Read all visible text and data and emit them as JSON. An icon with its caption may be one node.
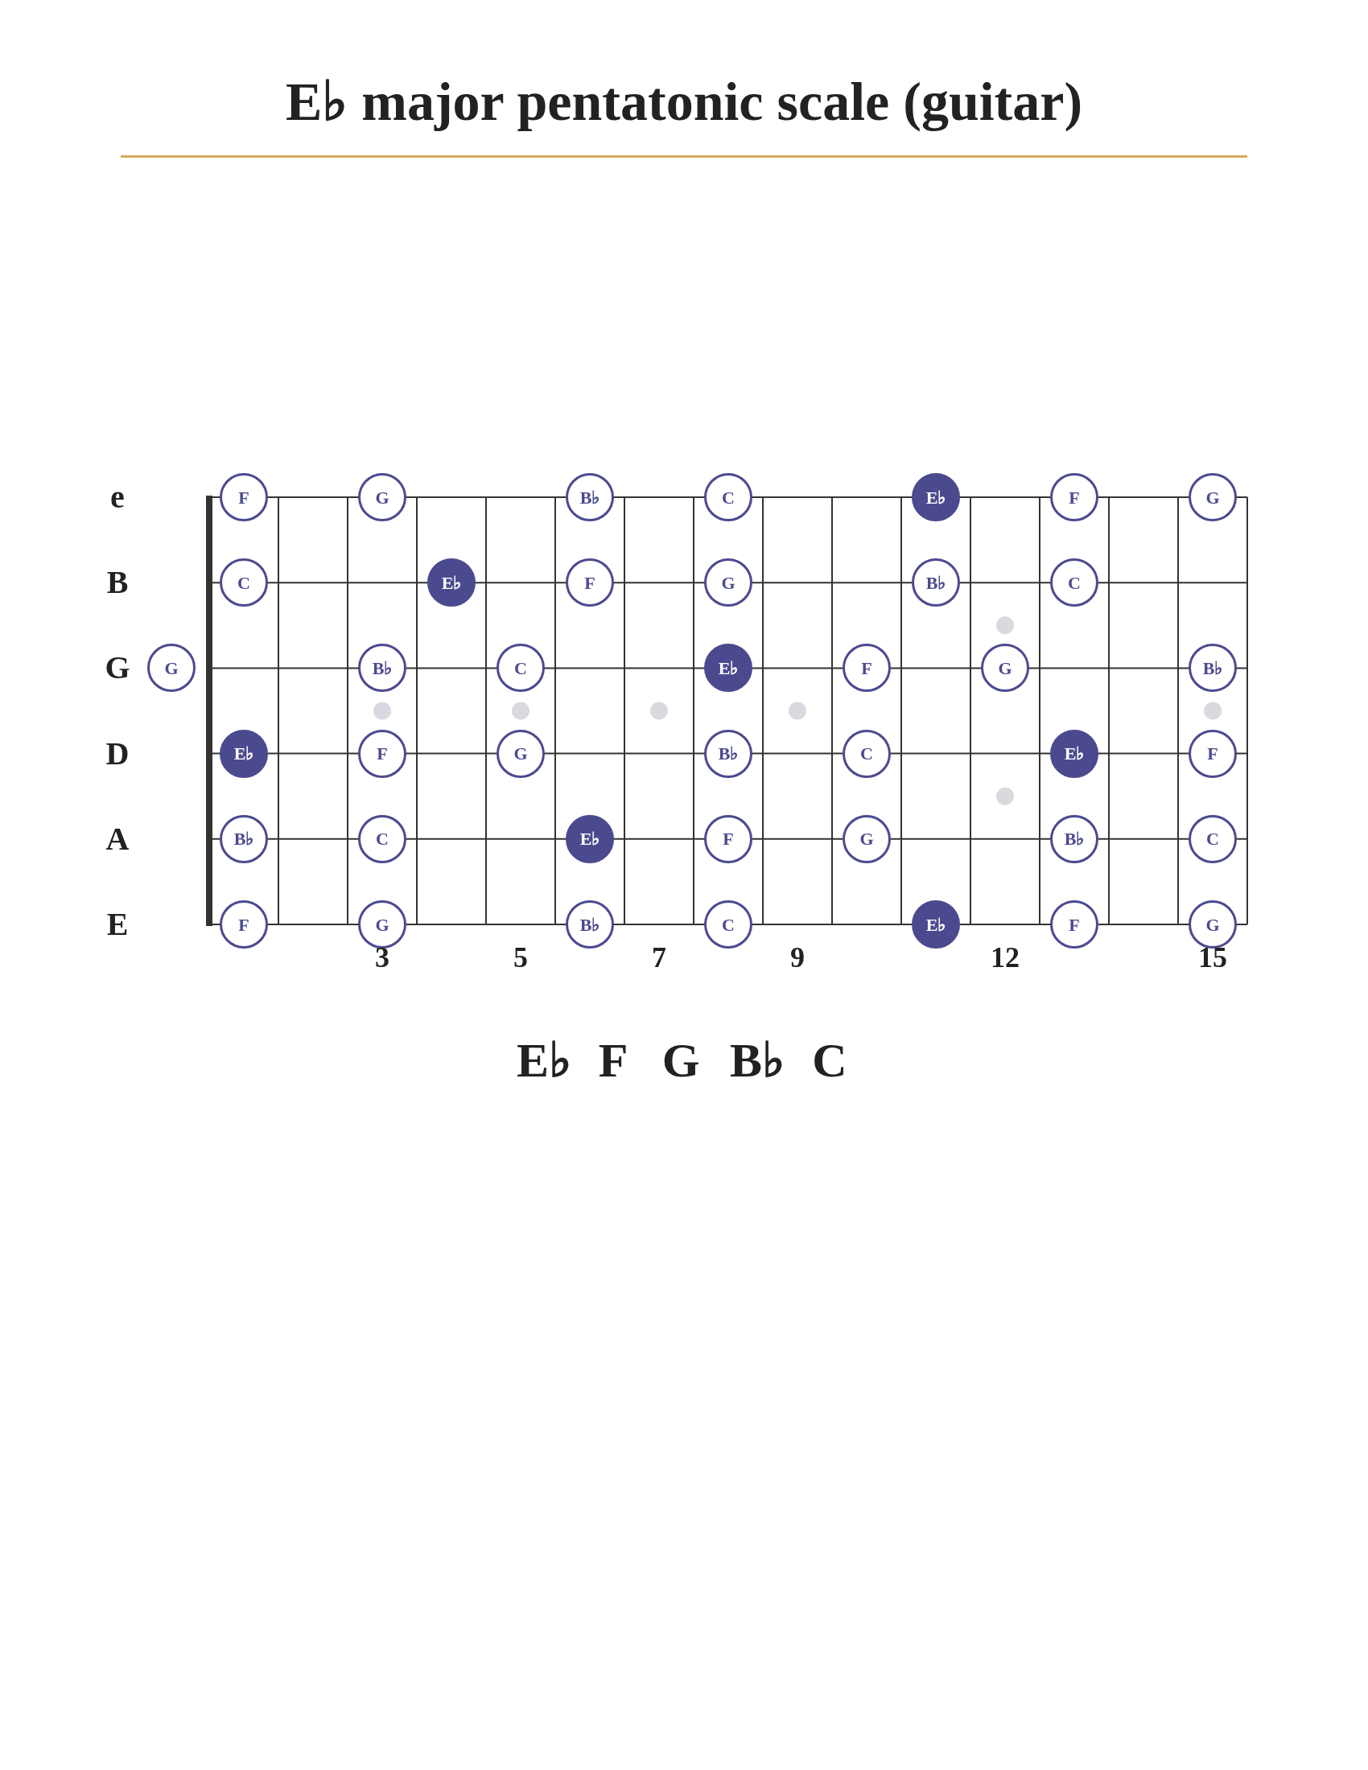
{
  "diagram": {
    "title": "E♭ major pentatonic scale (guitar)",
    "nodes": [
      {
        "text": [
          "F"
        ]
      },
      {
        "text": [
          "G"
        ]
      },
      {
        "text": [
          "B♭"
        ]
      },
      {
        "text": [
          "C"
        ]
      },
      {
        "text": [
          "E♭"
        ]
      },
      {
        "text": [
          "F"
        ]
      },
      {
        "text": [
          "G"
        ]
      },
      {
        "text": [
          "C"
        ]
      },
      {
        "text": [
          "E♭"
        ]
      },
      {
        "text": [
          "F"
        ]
      },
      {
        "text": [
          "G"
        ]
      },
      {
        "text": [
          "B♭"
        ]
      },
      {
        "text": [
          "C"
        ]
      },
      {
        "text": [
          "G"
        ]
      },
      {
        "text": [
          "B♭"
        ]
      },
      {
        "text": [
          "C"
        ]
      },
      {
        "text": [
          "E♭"
        ]
      },
      {
        "text": [
          "F"
        ]
      },
      {
        "text": [
          "G"
        ]
      },
      {
        "text": [
          "B♭"
        ]
      },
      {
        "text": [
          "E♭"
        ]
      },
      {
        "text": [
          "F"
        ]
      },
      {
        "text": [
          "G"
        ]
      },
      {
        "text": [
          "B♭"
        ]
      },
      {
        "text": [
          "C"
        ]
      },
      {
        "text": [
          "E♭"
        ]
      },
      {
        "text": [
          "F"
        ]
      },
      {
        "text": [
          "B♭"
        ]
      },
      {
        "text": [
          "C"
        ]
      },
      {
        "text": [
          "E♭"
        ]
      },
      {
        "text": [
          "F"
        ]
      },
      {
        "text": [
          "G"
        ]
      },
      {
        "text": [
          "B♭"
        ]
      },
      {
        "text": [
          "C"
        ]
      },
      {
        "text": [
          "F"
        ]
      },
      {
        "text": [
          "G"
        ]
      },
      {
        "text": [
          "B♭"
        ]
      },
      {
        "text": [
          "C"
        ]
      },
      {
        "text": [
          "E♭"
        ]
      },
      {
        "text": [
          "F"
        ]
      },
      {
        "text": [
          "G"
        ]
      }
    ],
    "labels": [
      "e",
      "B",
      "G",
      "D",
      "A",
      "E",
      "3",
      "5",
      "7",
      "9",
      "12",
      "15",
      "E♭",
      "F",
      "G",
      "B♭",
      "C"
    ]
  }
}
